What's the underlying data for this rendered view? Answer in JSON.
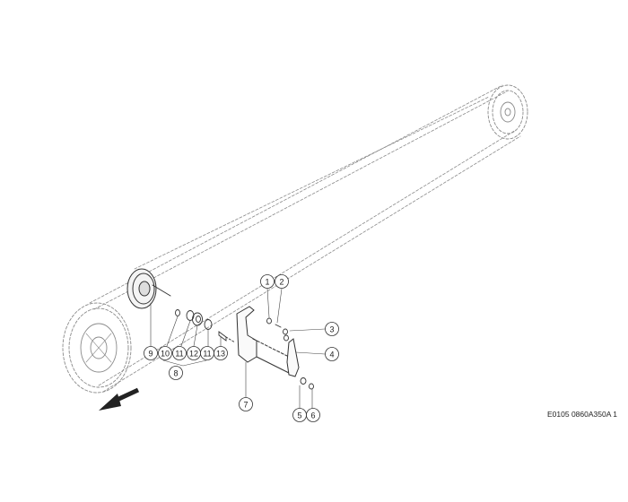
{
  "diagram": {
    "reference_code": "E0105 0860A350A 1",
    "callouts": {
      "c1": "1",
      "c2": "2",
      "c3": "3",
      "c4": "4",
      "c5": "5",
      "c6": "6",
      "c7": "7",
      "c8": "8",
      "c9": "9",
      "c10": "10",
      "c11a": "11",
      "c12": "12",
      "c11b": "11",
      "c13": "13"
    },
    "direction_arrow_icon": "arrow-down-left-icon"
  }
}
